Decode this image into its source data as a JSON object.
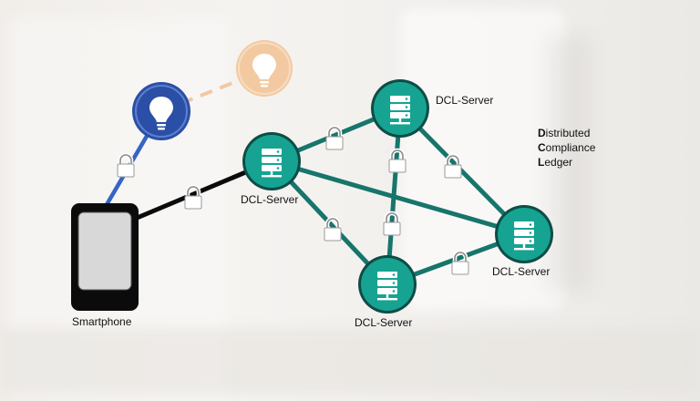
{
  "labels": {
    "smartphone": "Smartphone",
    "server_left": "DCL-Server",
    "server_top": "DCL-Server",
    "server_right": "DCL-Server",
    "server_bottom": "DCL-Server"
  },
  "dcl": {
    "line1_initial": "D",
    "line1_rest": "istributed",
    "line2_initial": "C",
    "line2_rest": "ompliance",
    "line3_initial": "L",
    "line3_rest": "edger"
  },
  "colors": {
    "server_fill": "#16a392",
    "server_border": "#0f4c46",
    "link": "#17756b",
    "bulb_active": "#2b4fa6",
    "bulb_inactive": "#f2c9a0",
    "phone_body": "#0b0b0b",
    "phone_screen": "#d8d8d8"
  },
  "icons": {
    "lock": "padlock-icon",
    "server": "server-rack-icon",
    "bulb": "lightbulb-icon",
    "phone": "smartphone-icon"
  }
}
